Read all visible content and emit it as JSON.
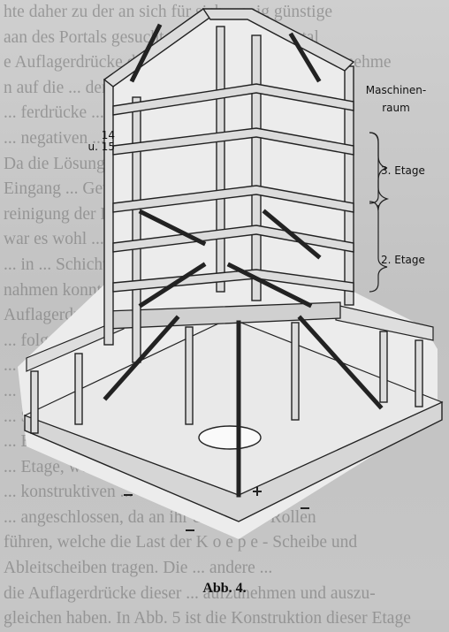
{
  "background_text": [
    "hte daher zu der an sich für sich wenig günstige",
    "aan des Portals gesucht werden. Dieses Portal",
    "e Auflagerdrücke der oberen großen Rollen aufzunehme",
    "n auf die ... der Leitscheiben ... Diese Au",
    "... ferdrücke ... konnte man sich ohne positi",
    "... negativen ... Gründen ...",
    "Da die Lösung ... angesehen ... hintere Zugs",
    "Eingang ... Gewichtsverteilung ... Stützen nach",
    "reinigung der Richtung ... konnte, so",
    "war es wohl ... ermittelt worden, daß ... so",
    "... in ... Schichten Auflagerdrücke an",
    "nahmen konnte. Zur ... gerichtete",
    "Auflagerdrücke ... verwe",
    "... folgende ... des Portals",
    "... angeordnete",
    "... eingeschrieben ... entfernte",
    "... Stock",
    "... Blockkonstruktion Überlagerung ...",
    "... Etage, welche bis zum ...",
    "... konstruktiven ...",
    "... angeschlossen, da an ihr die großen Rollen",
    "führen, welche die Last der K o e p e - Scheibe und",
    "Ableitscheiben tragen. Die ... andere ...",
    "die Auflagerdrücke dieser ... aufzunehmen und auszu-",
    "gleichen haben. In Abb. 5 ist die Konstruktion dieser Etage"
  ],
  "labels": {
    "machine_room_line1": "Maschinen-",
    "machine_room_line2": "raum",
    "ref_14": "14",
    "ref_u15": "u. 15",
    "floor_3": "3. Etage",
    "floor_2": "2. Etage"
  },
  "caption": "Abb. 4."
}
